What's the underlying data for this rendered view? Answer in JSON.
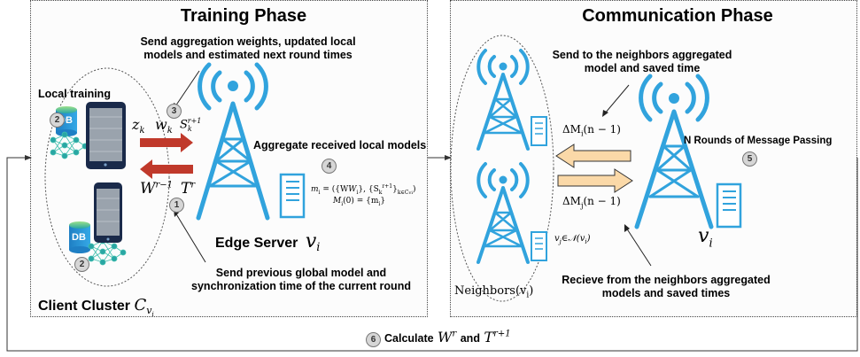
{
  "training": {
    "title": "Training Phase",
    "send_weights": [
      "Send aggregation weights, updated local",
      "models and estimated next round times"
    ],
    "local_training": "Local training",
    "aggregate": "Aggregate received local models",
    "edge_server": "Edge Server",
    "edge_var": "v",
    "edge_sub": "i",
    "send_prev": [
      "Send previous global model and",
      "synchronization time of the current round"
    ],
    "cluster": "Client Cluster",
    "cluster_var": "C",
    "cluster_sub": "v",
    "cluster_subsub": "i",
    "zk": "z",
    "zk_sub": "k",
    "wk": "w",
    "wk_sub": "k",
    "sk": "S",
    "sk_sub": "k",
    "sk_sup": "r+1",
    "wr": "W",
    "wr_sup": "r−1",
    "tr": "T",
    "tr_sup": "r",
    "mi_eq": "m",
    "mi_sub": "i",
    "mi_rhs": " = ({W",
    "mi_rhs2": "}, {S",
    "mi_rhs3": "}",
    "mi_rhs_k": "k∈C",
    "mi_rhs_vi": "vi",
    "mi_rhs_end": ")",
    "mi0": "M",
    "mi0_rest": "(0) = {m",
    "mi0_end": "}",
    "db": "DB",
    "badges": {
      "b1": "1",
      "b2a": "2",
      "b2b": "2",
      "b3": "3",
      "b4": "4"
    }
  },
  "communication": {
    "title": "Communication Phase",
    "send_neighbors": [
      "Send to the neighbors aggregated",
      "model and saved time"
    ],
    "dmi": "ΔM",
    "dmi_sub": "i",
    "dmi_arg": "(n − 1)",
    "dmj": "ΔM",
    "dmj_sub": "j",
    "dmj_arg": "(n − 1)",
    "rounds": "N Rounds of Message Passing",
    "vi": "v",
    "vi_sub": "i",
    "vj": "v",
    "vj_sub": "j",
    "vj_rest": "∈𝒩(v",
    "vj_rest_sub": "i",
    "vj_end": ")",
    "receive": [
      "Recieve from the neighbors aggregated",
      "models and saved times"
    ],
    "neighbors": "Neighbors(v",
    "neighbors_sub": "i",
    "neighbors_end": ")",
    "badge5": "5"
  },
  "bottom": {
    "calculate": "Calculate",
    "and": "and",
    "w": "W",
    "w_sup": "r",
    "t": "T",
    "t_sup": "r+1",
    "badge6": "6"
  },
  "colors": {
    "tower_blue": "#31a3dd",
    "arrow_red": "#c0392b",
    "arrow_peach": "#fbd9a8",
    "db_teal": "#2aa6a4",
    "tablet_dark": "#1a2a4a"
  }
}
